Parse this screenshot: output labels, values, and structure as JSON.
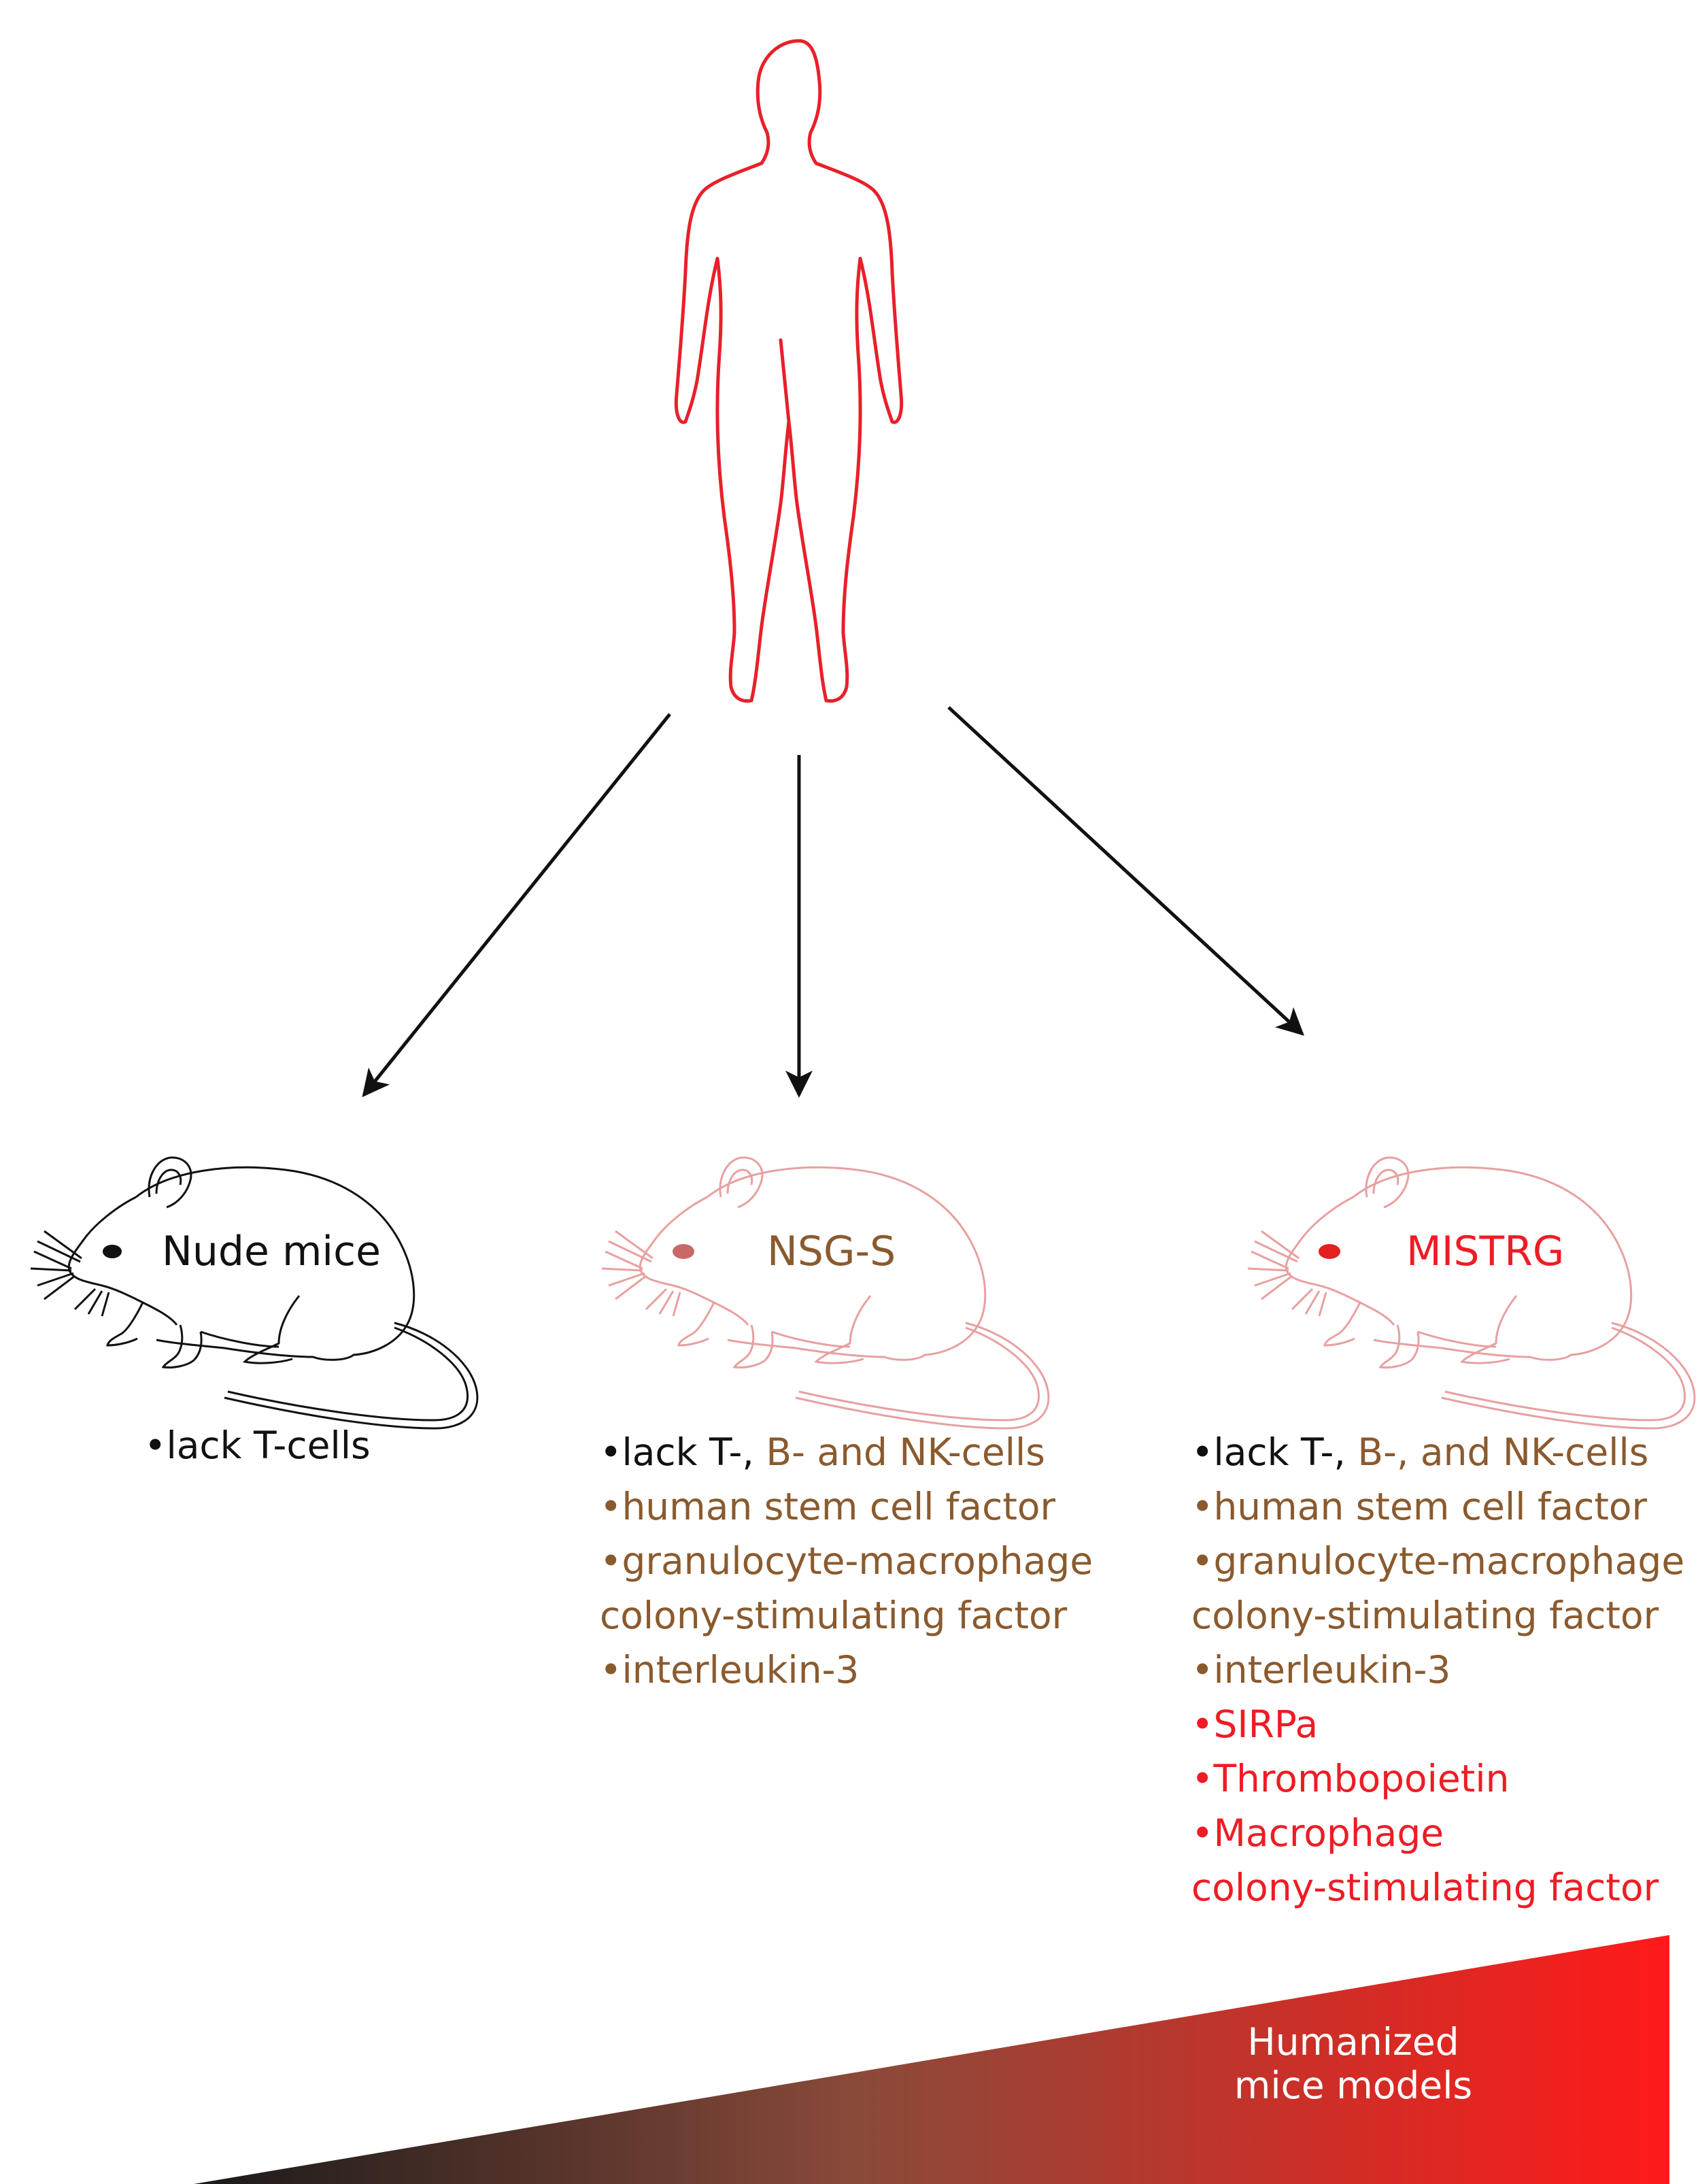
{
  "colors": {
    "human": "#e8202a",
    "black": "#111111",
    "brown": "#8a5a2e",
    "red": "#ee1c25",
    "mouse_red_outline": "#e8a0a0",
    "gradient_start": "#1a1a1a",
    "gradient_end": "#ff1a1a"
  },
  "mice": [
    {
      "label": "Nude mice",
      "outline_color": "#111111",
      "traits": [
        {
          "segments": [
            {
              "text": "•lack T-cells",
              "color": "black"
            }
          ]
        }
      ]
    },
    {
      "label": "NSG-S",
      "outline_color": "#e8a0a0",
      "traits": [
        {
          "segments": [
            {
              "text": "•lack T-, ",
              "color": "black"
            },
            {
              "text": "B- and NK-cells",
              "color": "brown"
            }
          ]
        },
        {
          "segments": [
            {
              "text": "•human stem cell factor",
              "color": "brown"
            }
          ]
        },
        {
          "segments": [
            {
              "text": "•granulocyte-macrophage",
              "color": "brown"
            }
          ]
        },
        {
          "segments": [
            {
              "text": "colony-stimulating factor",
              "color": "brown"
            }
          ]
        },
        {
          "segments": [
            {
              "text": "•interleukin-3",
              "color": "brown"
            }
          ]
        }
      ]
    },
    {
      "label": "MISTRG",
      "outline_color": "#e8a0a0",
      "traits": [
        {
          "segments": [
            {
              "text": "•lack T-, ",
              "color": "black"
            },
            {
              "text": "B-, and NK-cells",
              "color": "brown"
            }
          ]
        },
        {
          "segments": [
            {
              "text": "•human stem cell factor",
              "color": "brown"
            }
          ]
        },
        {
          "segments": [
            {
              "text": "•granulocyte-macrophage",
              "color": "brown"
            }
          ]
        },
        {
          "segments": [
            {
              "text": "colony-stimulating factor",
              "color": "brown"
            }
          ]
        },
        {
          "segments": [
            {
              "text": "•interleukin-3",
              "color": "brown"
            }
          ]
        },
        {
          "segments": [
            {
              "text": "•SIRPa",
              "color": "red"
            }
          ]
        },
        {
          "segments": [
            {
              "text": "•Thrombopoietin",
              "color": "red"
            }
          ]
        },
        {
          "segments": [
            {
              "text": "•Macrophage",
              "color": "red"
            }
          ]
        },
        {
          "segments": [
            {
              "text": "colony-stimulating factor",
              "color": "red"
            }
          ]
        }
      ]
    }
  ],
  "gradient_label": {
    "line1": "Humanized",
    "line2": "mice models"
  }
}
